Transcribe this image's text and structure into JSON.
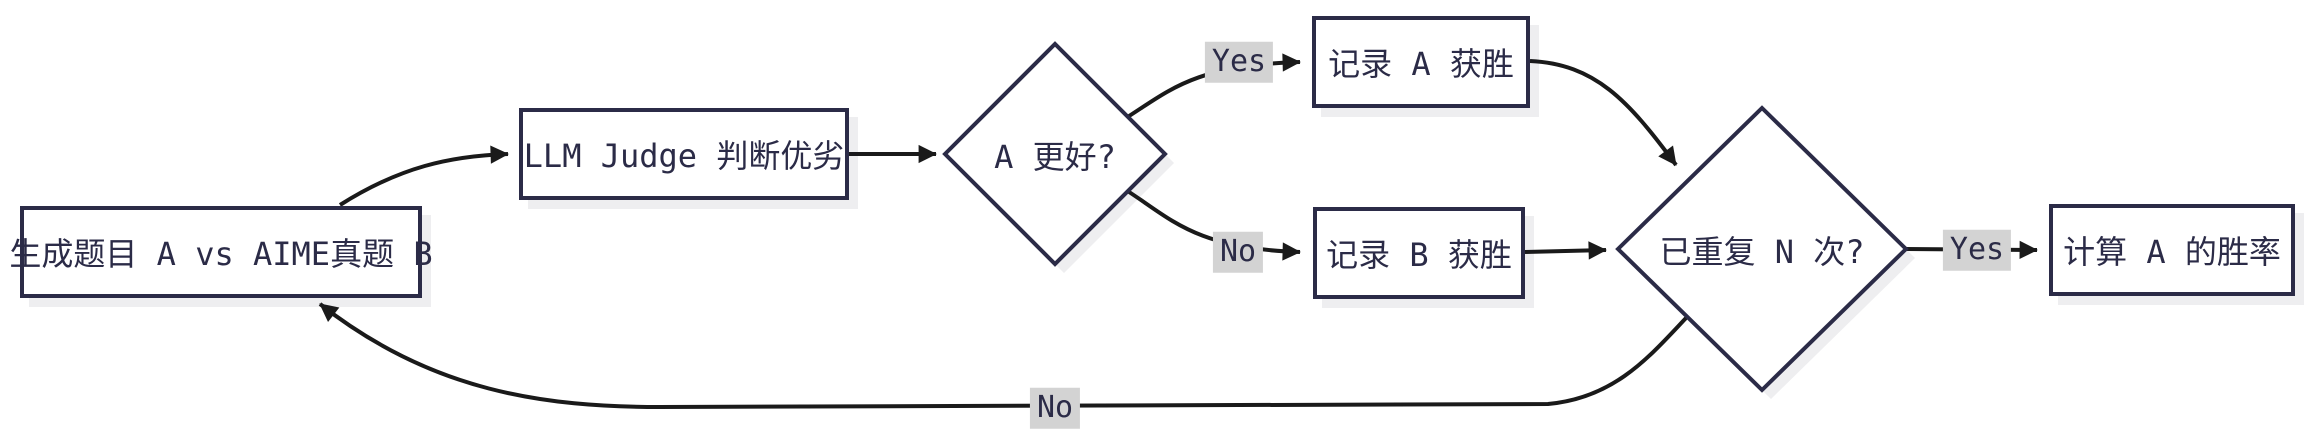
{
  "diagram": {
    "type": "flowchart",
    "direction": "left-to-right",
    "nodes": [
      {
        "id": "generate",
        "shape": "rect",
        "label": "生成题目 A vs AIME真题 B"
      },
      {
        "id": "judge",
        "shape": "rect",
        "label": "LLM Judge 判断优劣"
      },
      {
        "id": "a-better",
        "shape": "diamond",
        "label": "A 更好?"
      },
      {
        "id": "record-a",
        "shape": "rect",
        "label": "记录 A 获胜"
      },
      {
        "id": "record-b",
        "shape": "rect",
        "label": "记录 B 获胜"
      },
      {
        "id": "repeated-n",
        "shape": "diamond",
        "label": "已重复 N 次?"
      },
      {
        "id": "winrate",
        "shape": "rect",
        "label": "计算 A 的胜率"
      }
    ],
    "edges": [
      {
        "from": "generate",
        "to": "judge",
        "label": ""
      },
      {
        "from": "judge",
        "to": "a-better",
        "label": ""
      },
      {
        "from": "a-better",
        "to": "record-a",
        "label": "Yes"
      },
      {
        "from": "a-better",
        "to": "record-b",
        "label": "No"
      },
      {
        "from": "record-a",
        "to": "repeated-n",
        "label": ""
      },
      {
        "from": "record-b",
        "to": "repeated-n",
        "label": ""
      },
      {
        "from": "repeated-n",
        "to": "winrate",
        "label": "Yes"
      },
      {
        "from": "repeated-n",
        "to": "generate",
        "label": "No"
      }
    ],
    "colors": {
      "node_border": "#2b2b47",
      "node_fill": "#ffffff",
      "text": "#2b2b47",
      "edge_line": "#1a1a1a",
      "edge_label_bg": "#d3d3d3",
      "background": "#ffffff"
    }
  }
}
